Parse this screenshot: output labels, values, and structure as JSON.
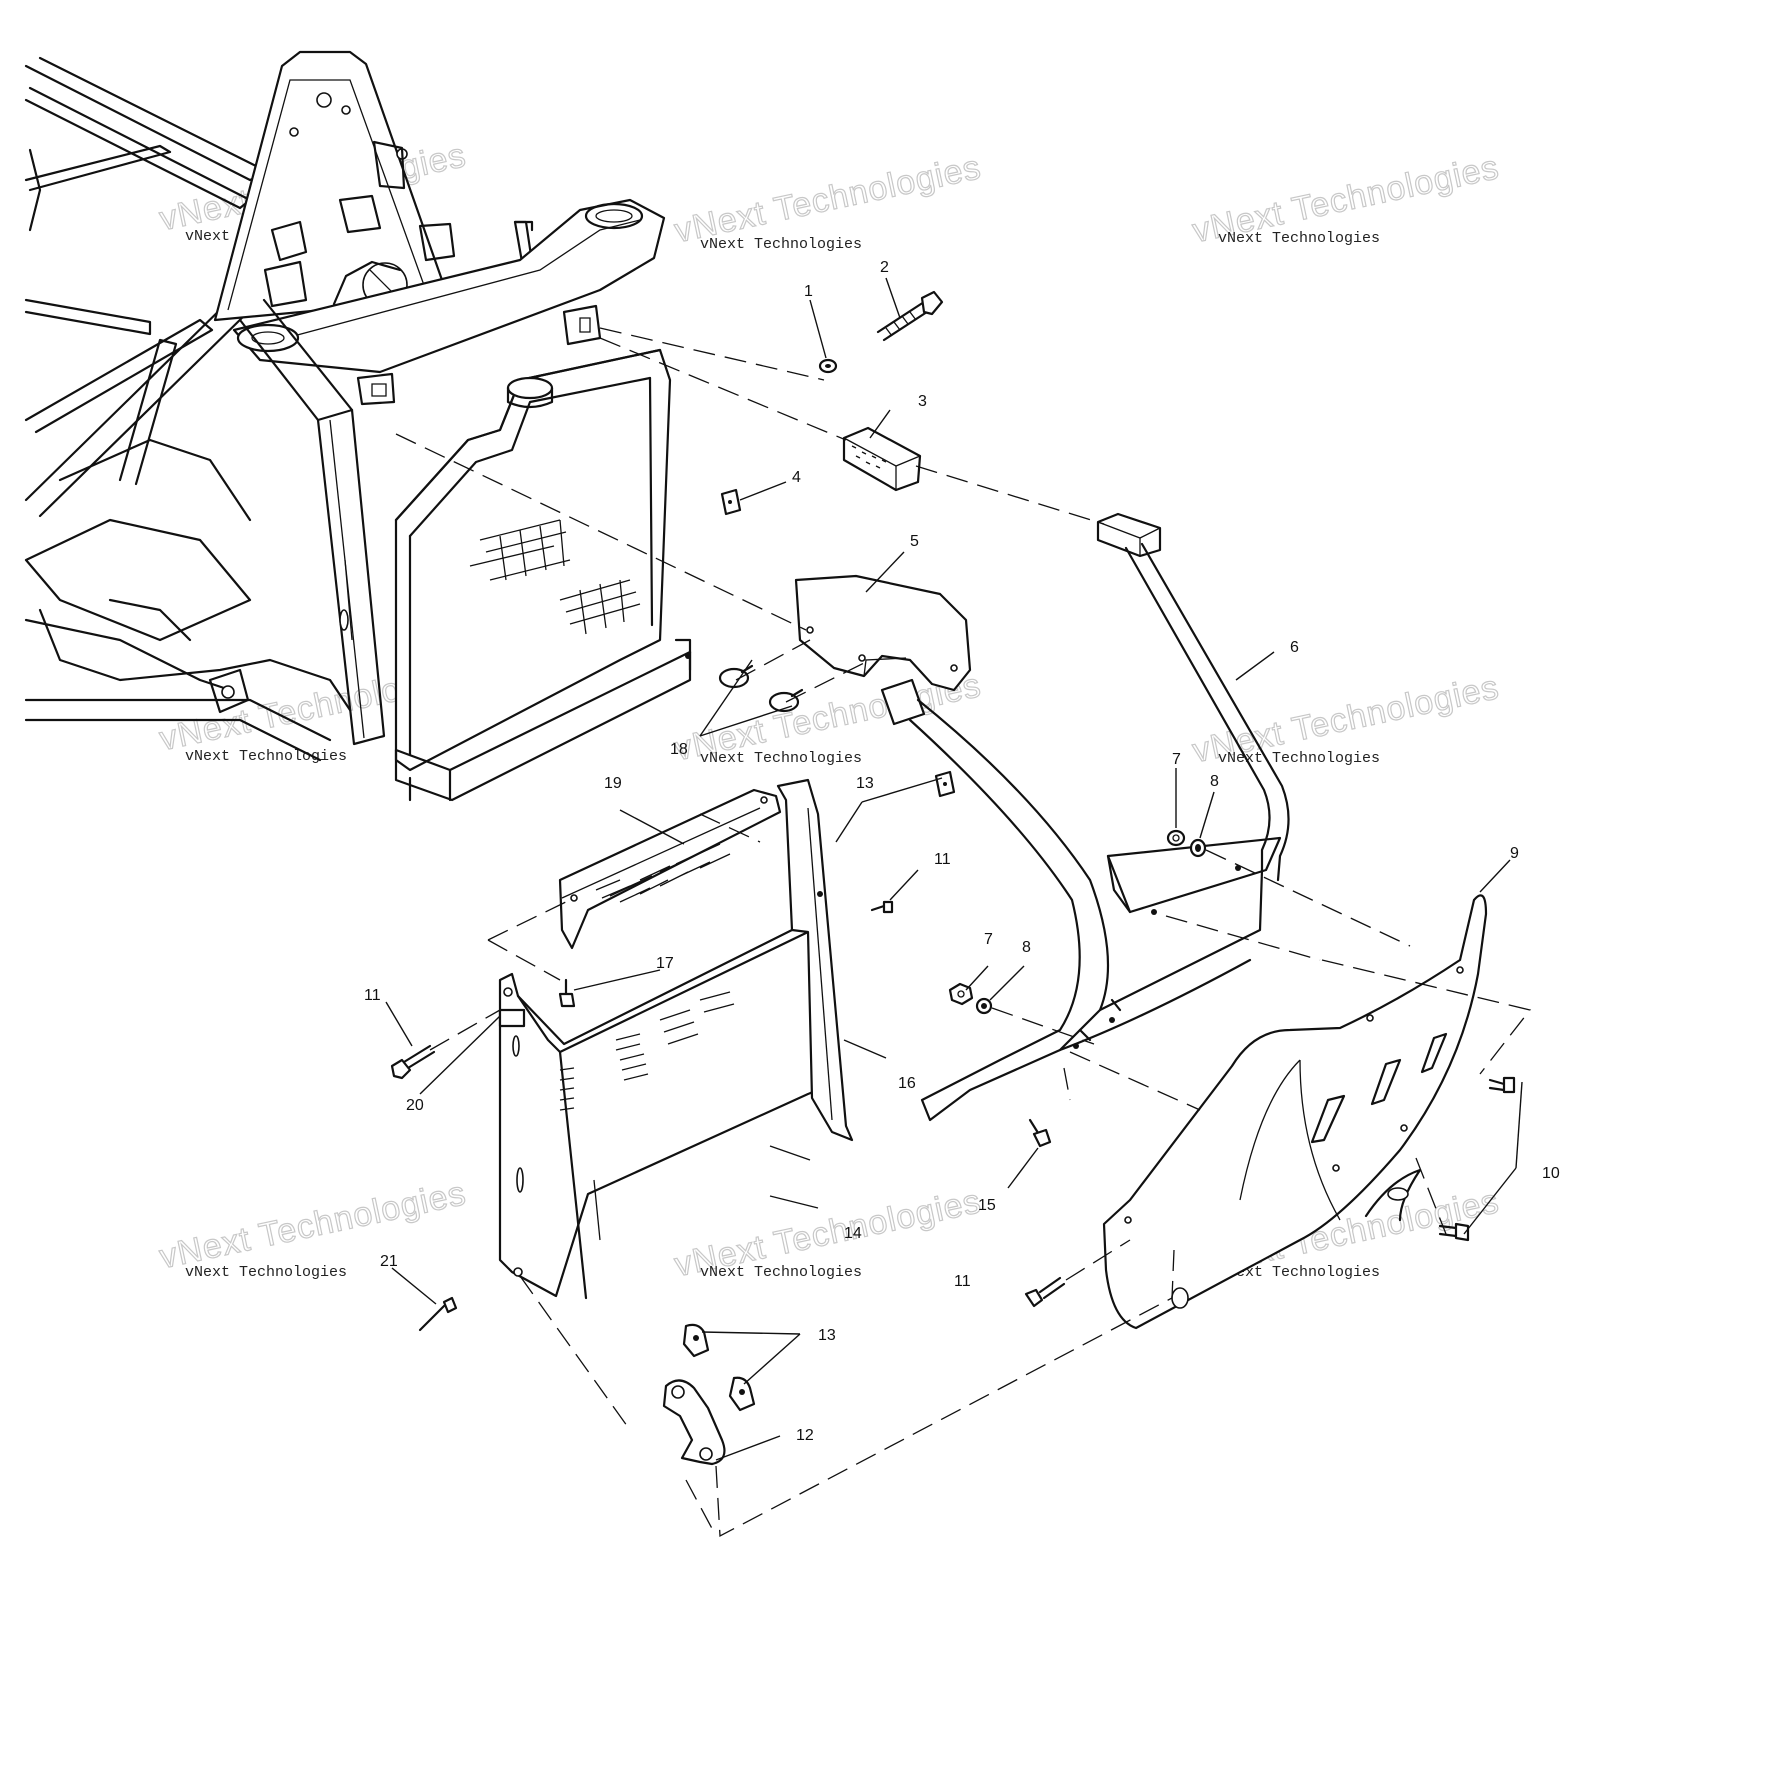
{
  "watermark": {
    "line_small": "vNext Technologies",
    "line_big": "vNext Technologies"
  },
  "callouts": {
    "c1": "1",
    "c2": "2",
    "c3": "3",
    "c4": "4",
    "c5": "5",
    "c6": "6",
    "c7a": "7",
    "c8a": "8",
    "c9": "9",
    "c11a": "11",
    "c13a": "13",
    "c7b": "7",
    "c8b": "8",
    "c17": "17",
    "c18": "18",
    "c19": "19",
    "c11b": "11",
    "c20": "20",
    "c16": "16",
    "c15": "15",
    "c10": "10",
    "c14": "14",
    "c21": "21",
    "c11c": "11",
    "c13b": "13",
    "c12": "12"
  }
}
